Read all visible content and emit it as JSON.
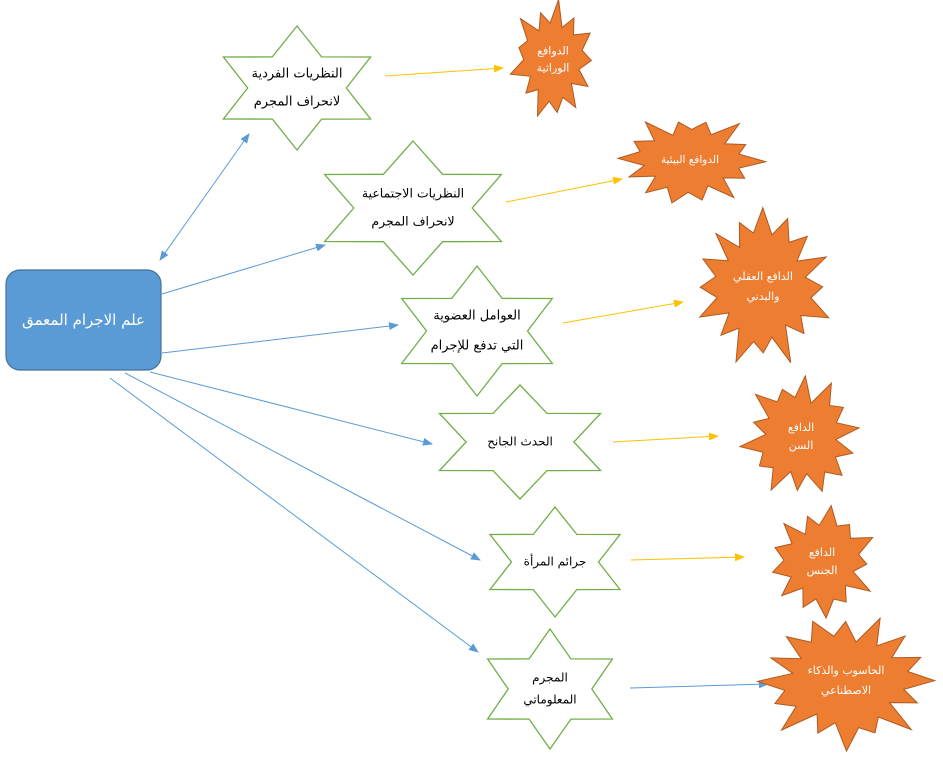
{
  "root": {
    "label": "علم الاجرام المعمق"
  },
  "nodes": [
    {
      "lines": [
        "النظريات الفردية",
        "لانحراف المجرم"
      ]
    },
    {
      "lines": [
        "النظريات الاجتماعية",
        "لانحراف المجرم"
      ]
    },
    {
      "lines": [
        "العوامل العضوية",
        "التي تدفع للإجرام"
      ]
    },
    {
      "lines": [
        "الحدث الجانح"
      ]
    },
    {
      "lines": [
        "جرائم المرأة"
      ]
    },
    {
      "lines": [
        "المجرم",
        "المعلوماتي"
      ]
    }
  ],
  "bursts": [
    {
      "lines": [
        "الدوافع",
        "الوراثية"
      ]
    },
    {
      "lines": [
        "الدوافع البيئية"
      ]
    },
    {
      "lines": [
        "الدافع العقلي",
        "والبدني"
      ]
    },
    {
      "lines": [
        "الدافع",
        "السن"
      ]
    },
    {
      "lines": [
        "الدافع",
        "الجنس"
      ]
    },
    {
      "lines": [
        "الحاسوب والذكاء",
        "الاصطناعي"
      ]
    }
  ],
  "colors": {
    "root_fill": "#5b9bd5",
    "root_stroke": "#41719c",
    "star_stroke": "#70ad47",
    "burst_fill": "#ed7d31",
    "burst_stroke": "#ae5a21",
    "arrow_blue": "#5b9bd5",
    "arrow_yellow": "#ffc000"
  }
}
